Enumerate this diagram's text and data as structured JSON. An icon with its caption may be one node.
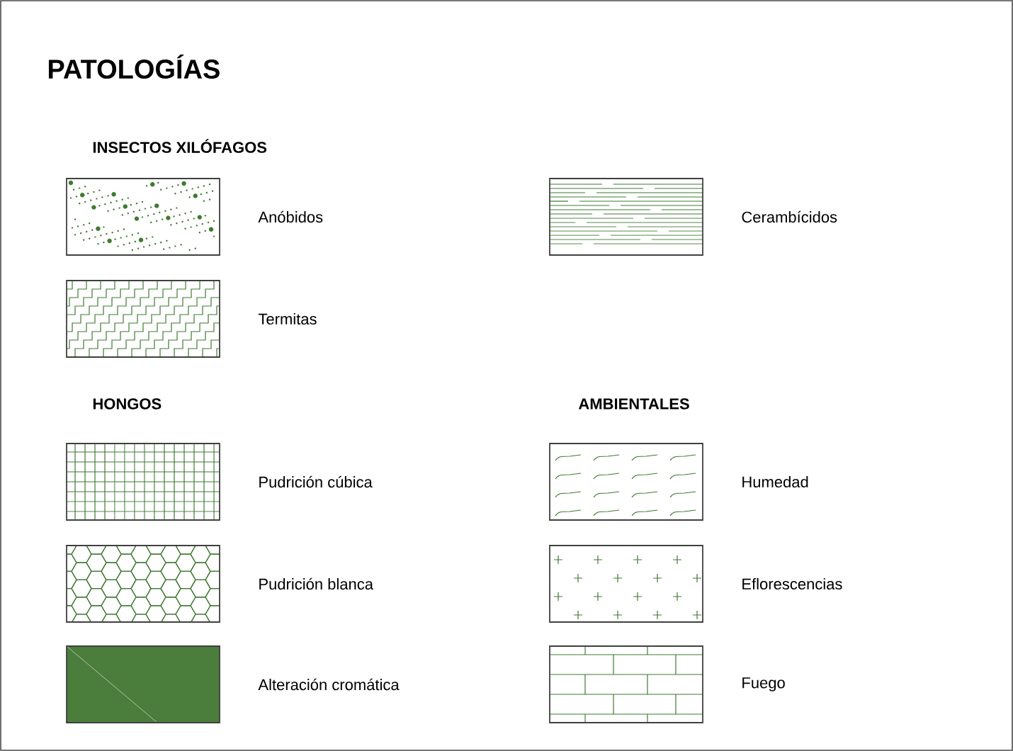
{
  "diagram": {
    "title": "PATOLOGÍAS",
    "labels": [
      "INSECTOS XILÓFAGOS",
      "HONGOS",
      "AMBIENTALES"
    ],
    "legend": [
      {
        "text": "Anóbidos"
      },
      {
        "text": "Cerambícidos"
      },
      {
        "text": "Termitas"
      },
      {
        "text": "Pudrición cúbica"
      },
      {
        "text": "Humedad"
      },
      {
        "text": "Pudrición blanca"
      },
      {
        "text": "Eflorescencias"
      },
      {
        "text": "Alteración cromática",
        "color": "#4b7d3c"
      },
      {
        "text": "Fuego"
      }
    ]
  }
}
